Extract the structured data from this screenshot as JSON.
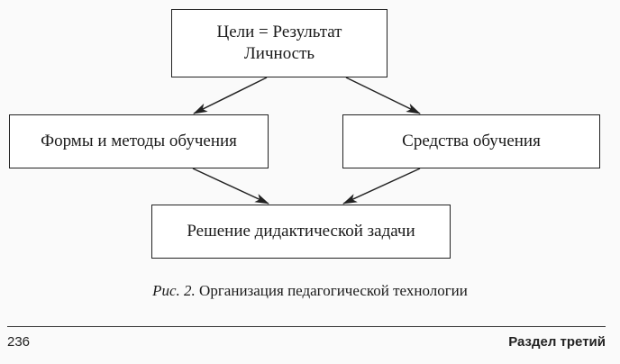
{
  "diagram": {
    "top_box": {
      "line1": "Цели = Результат",
      "line2": "Личность"
    },
    "left_box": "Формы и методы обучения",
    "right_box": "Средства обучения",
    "bottom_box": "Решение дидактической задачи"
  },
  "caption": {
    "label": "Рис. 2.",
    "text": "Организация педагогической технологии"
  },
  "footer": {
    "page_number": "236",
    "section": "Раздел третий"
  }
}
